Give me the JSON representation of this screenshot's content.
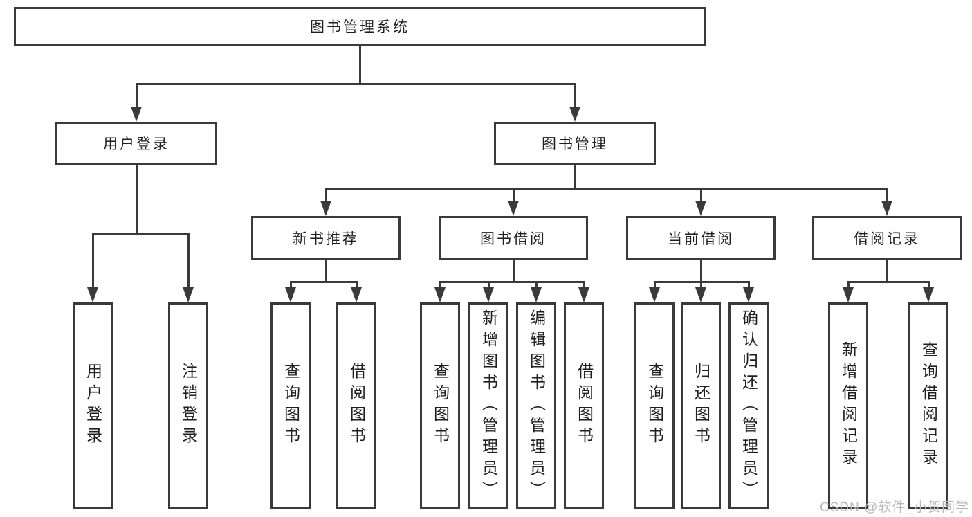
{
  "nodes": {
    "root": "图书管理系统",
    "user_login": "用户登录",
    "book_mgmt": "图书管理",
    "new_book": "新书推荐",
    "borrow": "图书借阅",
    "current": "当前借阅",
    "record": "借阅记录",
    "ul_login": "用户登录",
    "ul_logout": "注销登录",
    "nb_query": "查询图书",
    "nb_borrow": "借阅图书",
    "bb_query": "查询图书",
    "bb_add": "新增图书（管理员）",
    "bb_edit": "编辑图书（管理员）",
    "bb_borrow": "借阅图书",
    "cb_query": "查询图书",
    "cb_return": "归还图书",
    "cb_confirm": "确认归还（管理员）",
    "br_add": "新增借阅记录",
    "br_query": "查询借阅记录"
  },
  "hierarchy": {
    "图书管理系统": [
      "用户登录",
      "图书管理"
    ],
    "用户登录": [
      "用户登录",
      "注销登录"
    ],
    "图书管理": [
      "新书推荐",
      "图书借阅",
      "当前借阅",
      "借阅记录"
    ],
    "新书推荐": [
      "查询图书",
      "借阅图书"
    ],
    "图书借阅": [
      "查询图书",
      "新增图书（管理员）",
      "编辑图书（管理员）",
      "借阅图书"
    ],
    "当前借阅": [
      "查询图书",
      "归还图书",
      "确认归还（管理员）"
    ],
    "借阅记录": [
      "新增借阅记录",
      "查询借阅记录"
    ]
  },
  "watermark": "CSDN @软件_小贺同学",
  "colors": {
    "line": "#3a3a3a",
    "text": "#1f1f1f",
    "background": "#ffffff",
    "watermark": "#b9b9b9"
  }
}
